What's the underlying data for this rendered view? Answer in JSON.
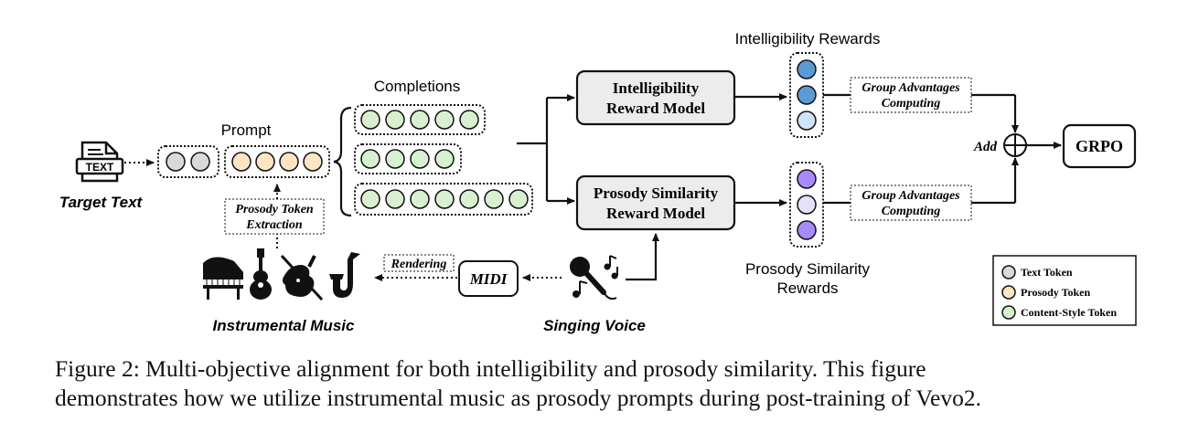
{
  "figure": {
    "labels": {
      "target_text": "Target Text",
      "text_icon": "TEXT",
      "prompt": "Prompt",
      "completions": "Completions",
      "prosody_token_extraction_1": "Prosody Token",
      "prosody_token_extraction_2": "Extraction",
      "instrumental_music": "Instrumental Music",
      "rendering": "Rendering",
      "midi": "MIDI",
      "singing_voice": "Singing Voice",
      "intelligibility_model_1": "Intelligibility",
      "intelligibility_model_2": "Reward Model",
      "prosody_model_1": "Prosody Similarity",
      "prosody_model_2": "Reward Model",
      "intelligibility_rewards": "Intelligibility Rewards",
      "prosody_rewards_1": "Prosody Similarity",
      "prosody_rewards_2": "Rewards",
      "group_adv_1a": "Group Advantages",
      "group_adv_1b": "Computing",
      "group_adv_2a": "Group Advantages",
      "group_adv_2b": "Computing",
      "add": "Add",
      "grpo": "GRPO"
    },
    "legend": [
      {
        "label": "Text Token",
        "color": "#d9d9d9"
      },
      {
        "label": "Prosody Token",
        "color": "#fce4c4"
      },
      {
        "label": "Content-Style Token",
        "color": "#d8f0cf"
      }
    ],
    "colors": {
      "text_token": "#d9d9d9",
      "prosody_token": "#fce4c4",
      "content_token": "#d8f0cf",
      "box_fill": "#ececec",
      "reward_blue": "#5b9bd5",
      "reward_blue_light": "#cfe2f6",
      "reward_purple": "#a78bfa",
      "reward_purple_light": "#e6e0fb"
    },
    "icons": [
      "text-document-icon",
      "piano-icon",
      "guitar-icon",
      "violin-icon",
      "saxophone-icon",
      "microphone-icon",
      "music-notes-icon"
    ]
  },
  "caption": {
    "line1": "Figure 2: Multi-objective alignment for both intelligibility and prosody similarity. This figure",
    "line2": "demonstrates how we utilize instrumental music as prosody prompts during post-training of Vevo2."
  }
}
